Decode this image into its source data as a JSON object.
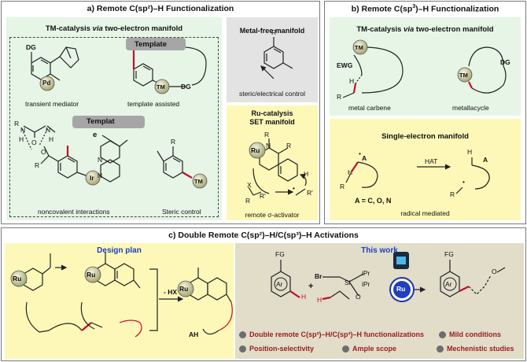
{
  "panel_a": {
    "title": "a) Remote C(sp²)–H Functionalization",
    "tm": {
      "heading_prefix": "TM-catalysis ",
      "heading_via": "via",
      "heading_suffix": " two-electron manifold",
      "label_transient": "transient mediator",
      "label_template": "template assisted",
      "label_noncovalent": "noncovalent interactions",
      "label_steric": "Steric control",
      "template_box_1": "Template",
      "template_box_2": "Templat",
      "template_box_2_tail": "e",
      "dg_1": "DG",
      "dg_2": "DG",
      "pd": "Pd",
      "tm_1": "TM",
      "tm_2": "TM",
      "ir": "Ir",
      "r_1": "R",
      "r_2": "R",
      "r_3": "R",
      "h_1": "H",
      "h_2": "H",
      "n_1": "N",
      "n_2": "N",
      "n_3": "N",
      "n_4": "N",
      "o_1": "O",
      "o_2": "O"
    },
    "metal_free": {
      "heading": "Metal-free manifold",
      "label": "steric/electrical control",
      "r": "R"
    },
    "ru": {
      "heading_1": "Ru-catalysis",
      "heading_2": "SET manifold",
      "label": "remote σ-activator",
      "ru": "Ru",
      "n": "N",
      "r_1": "R",
      "r_2": "R",
      "r_3": "R'",
      "r_4": "R",
      "r_5": "R'",
      "x": "X",
      "h": "H",
      "dot": "•"
    }
  },
  "panel_b": {
    "title_prefix": "b) Remote C(sp",
    "title_sup": "3",
    "title_suffix": ")–H Functionalization",
    "tm": {
      "heading_prefix": "TM-catalysis ",
      "heading_via": "via",
      "heading_suffix": " two-electron manifold",
      "label_carbene": "metal carbene",
      "label_metallacycle": "metallacycle",
      "ewg": "EWG",
      "tm_1": "TM",
      "tm_2": "TM",
      "dg": "DG",
      "h": "H",
      "r": "R"
    },
    "single": {
      "heading": "Single-electron manifold",
      "hat": "HAT",
      "a_eq": "A = C, O, N",
      "label": "radical mediated",
      "a_1": "A",
      "a_2": "A",
      "h_1": "H",
      "h_2": "H",
      "r_1": "R",
      "r_2": "R",
      "dot_1": "•",
      "dot_2": "•"
    }
  },
  "panel_c": {
    "title": "c) Double Remote C(sp²)–H/C(sp³)–H Activations",
    "design_plan": "Design plan",
    "this_work": "This work",
    "hx": "- HX",
    "ah": "AH",
    "ru_1": "Ru",
    "ru_2": "Ru",
    "ru_3": "Ru",
    "ru_catalyst": "Ru",
    "fg_1": "FG",
    "fg_2": "FG",
    "ar_1": "Ar",
    "ar_2": "Ar",
    "br": "Br",
    "si": "Si",
    "ipr_1": "iPr",
    "ipr_2": "iPr",
    "o_1": "O",
    "o_2": "O",
    "h_1": "H",
    "h_2": "H",
    "plus": "+",
    "features": [
      "Double remote C(sp²)–H/C(sp³)–H functionalizations",
      "Mild conditions",
      "Position-selectivity",
      "Ample scope",
      "Mechenistic studies"
    ]
  },
  "colors": {
    "green_bg": "#e6f5e6",
    "yellow_bg": "#fdf8b8",
    "gray_bg": "#e3e3e3",
    "olive_bg": "#e1ddc9",
    "red_bond": "#c0102a",
    "metal_ball": "#c8c89a",
    "feature_text": "#9b1b1b",
    "blue_heading": "#1f3fbf"
  }
}
